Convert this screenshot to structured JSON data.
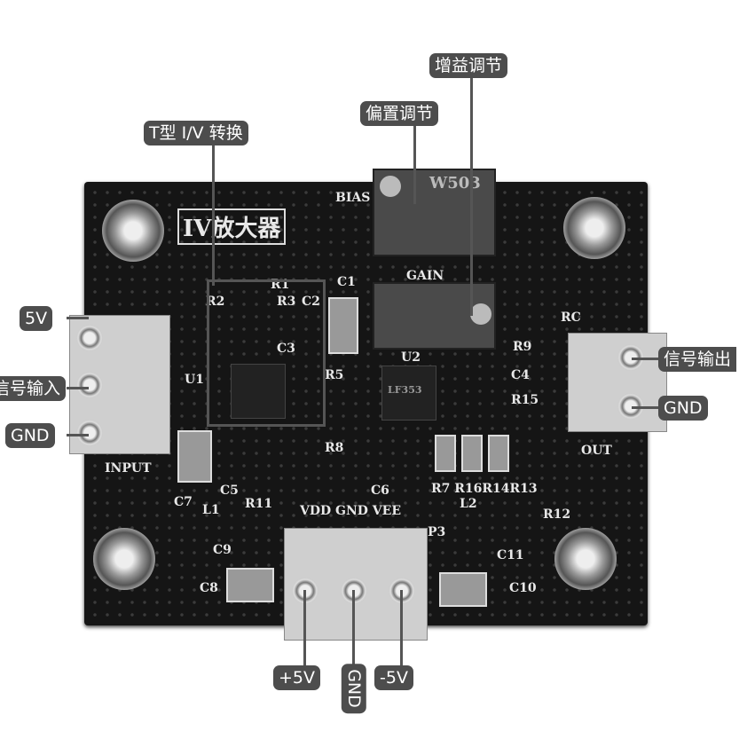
{
  "callouts": {
    "gain_adjust": "增益调节",
    "bias_adjust": "偏置调节",
    "tiv_convert": "T型 I/V 转换",
    "input_5v": "5V",
    "signal_input": "信号输入",
    "input_gnd": "GND",
    "signal_output": "信号输出",
    "output_gnd": "GND",
    "plus_5v": "+5V",
    "power_gnd": "GND",
    "minus_5v": "-5V"
  },
  "silkscreen": {
    "title": "IV放大器",
    "bias": "BIAS",
    "gain": "GAIN",
    "input": "INPUT",
    "out": "OUT",
    "power": "VDD GND VEE",
    "u1": "U1",
    "u2": "U2",
    "r1": "R1",
    "r2": "R2",
    "r3": "R3",
    "c2": "C2",
    "c3": "C3",
    "c1": "C1",
    "r5": "R5",
    "r8": "R8",
    "c4": "C4",
    "r15": "R15",
    "r9": "R9",
    "rc": "RC",
    "c5": "C5",
    "c7": "C7",
    "c6": "C6",
    "l1": "L1",
    "r11": "R11",
    "c9": "C9",
    "c8": "C8",
    "r_row": "R7 R16R14R13",
    "l2": "L2",
    "r12": "R12",
    "c11": "C11",
    "c10": "C10",
    "p3": "P3",
    "pot_bias_mark": "W503",
    "chip_u2": "LF353"
  }
}
